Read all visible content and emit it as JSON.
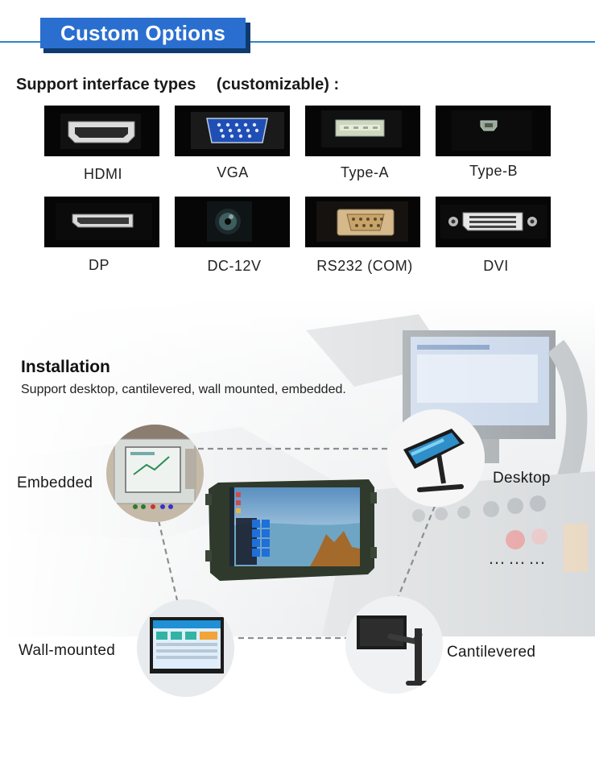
{
  "header": {
    "title": "Custom Options"
  },
  "interfaces": {
    "heading": "Support interface types 　(customizable) :",
    "items": [
      {
        "label": "HDMI",
        "icon": "hdmi-port-icon"
      },
      {
        "label": "VGA",
        "icon": "vga-port-icon"
      },
      {
        "label": "Type-A",
        "icon": "usb-type-a-port-icon"
      },
      {
        "label": "Type-B",
        "icon": "usb-type-b-port-icon"
      },
      {
        "label": "DP",
        "icon": "displayport-icon"
      },
      {
        "label": "DC-12V",
        "icon": "dc-power-jack-icon"
      },
      {
        "label": "RS232 (COM)",
        "icon": "serial-port-icon"
      },
      {
        "label": "DVI",
        "icon": "dvi-port-icon"
      }
    ]
  },
  "installation": {
    "title": "Installation",
    "description": "Support desktop, cantilevered, wall mounted, embedded.",
    "options": {
      "embedded": "Embedded",
      "desktop": "Desktop",
      "wall": "Wall-mounted",
      "cantilevered": "Cantilevered"
    },
    "more": "………"
  },
  "colors": {
    "accent": "#2a6fcf",
    "header_line": "#2e86c8",
    "port_bg": "#060606"
  }
}
